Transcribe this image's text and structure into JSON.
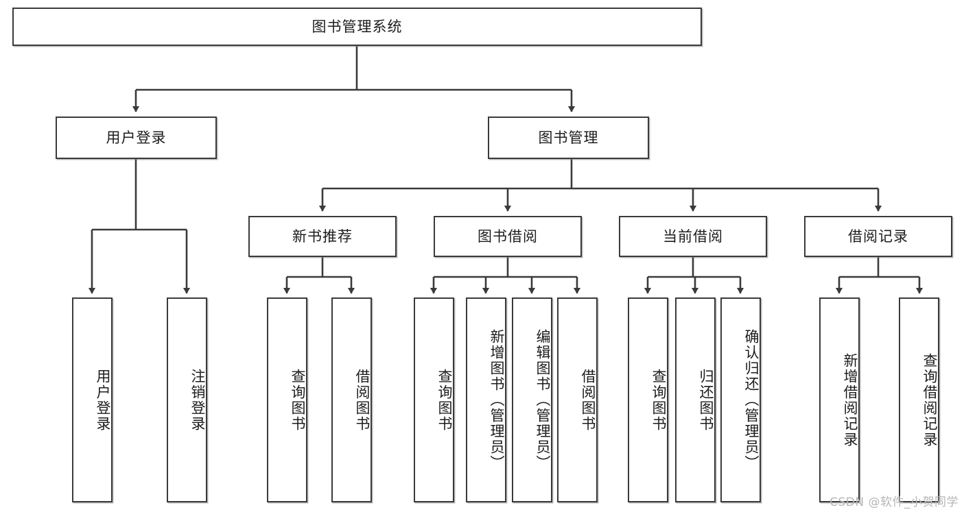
{
  "diagram": {
    "title": "图书管理系统",
    "type": "tree-hierarchy-chart",
    "root": {
      "label": "图书管理系统"
    },
    "level1": [
      {
        "label": "用户登录"
      },
      {
        "label": "图书管理"
      }
    ],
    "level2": [
      {
        "label": "新书推荐"
      },
      {
        "label": "图书借阅"
      },
      {
        "label": "当前借阅"
      },
      {
        "label": "借阅记录"
      }
    ],
    "leaves": [
      {
        "label": "用户登录",
        "parent": "用户登录"
      },
      {
        "label": "注销登录",
        "parent": "用户登录"
      },
      {
        "label": "查询图书",
        "parent": "新书推荐"
      },
      {
        "label": "借阅图书",
        "parent": "新书推荐"
      },
      {
        "label": "查询图书",
        "parent": "图书借阅"
      },
      {
        "label": "新增图书（管理员）",
        "parent": "图书借阅"
      },
      {
        "label": "编辑图书（管理员）",
        "parent": "图书借阅"
      },
      {
        "label": "借阅图书",
        "parent": "图书借阅"
      },
      {
        "label": "查询图书",
        "parent": "当前借阅"
      },
      {
        "label": "归还图书",
        "parent": "当前借阅"
      },
      {
        "label": "确认归还（管理员）",
        "parent": "当前借阅"
      },
      {
        "label": "新增借阅记录",
        "parent": "借阅记录"
      },
      {
        "label": "查询借阅记录",
        "parent": "借阅记录"
      }
    ]
  },
  "watermark": {
    "text": "CSDN @软件_小贺同学"
  },
  "colors": {
    "box_border": "#3a3a3a",
    "box_fill": "#ffffff",
    "connector": "#3a3a3a",
    "text": "#1c1c1c",
    "watermark": "#b6b6b6"
  }
}
